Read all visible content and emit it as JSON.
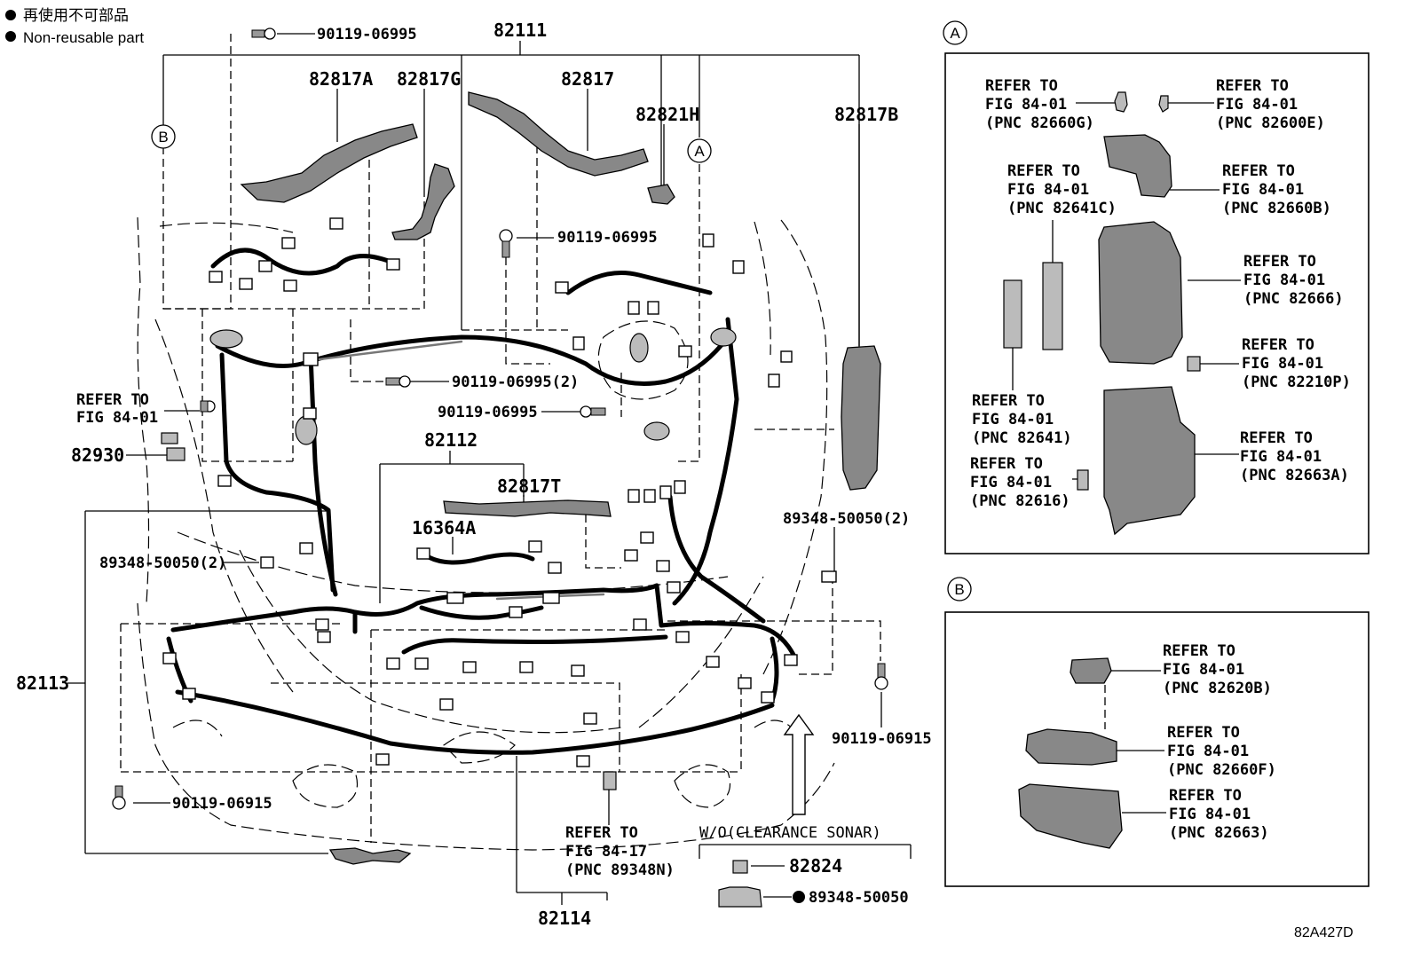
{
  "legend": {
    "japanese": "再使用不可部品",
    "english": "Non-reusable part"
  },
  "callouts": {
    "c82111": "82111",
    "c82817A": "82817A",
    "c82817G": "82817G",
    "c82817": "82817",
    "c82821H": "82821H",
    "c82817B": "82817B",
    "c82112": "82112",
    "c82817T": "82817T",
    "c16364A": "16364A",
    "c82113": "82113",
    "c82114": "82114",
    "c82930": "82930",
    "c82824": "82824",
    "b90119_top": "90119-06995",
    "b90119_mid": "90119-06995",
    "b90119_2": "90119-06995(2)",
    "b90119_r": "90119-06995",
    "b90119_06915_r": "90119-06915",
    "b90119_06915_l": "90119-06915",
    "b89348_r": "89348-50050(2)",
    "b89348_l": "89348-50050(2)",
    "b89348_n": "89348-50050",
    "marker_a": "A",
    "marker_b": "B"
  },
  "refs": {
    "left_l1": "REFER TO",
    "left_l2": "FIG 84-01",
    "bottom_l1": "REFER TO",
    "bottom_l2": "FIG 84-17",
    "bottom_l3": "(PNC 89348N)"
  },
  "variant_label": "W/O(CLEARANCE SONAR)",
  "panel_a": {
    "marker": "A",
    "r1_l1": "REFER TO",
    "r1_l2": "FIG 84-01",
    "r1_l3": "(PNC 82660G)",
    "r2_l1": "REFER TO",
    "r2_l2": "FIG 84-01",
    "r2_l3": "(PNC 82600E)",
    "r3_l1": "REFER TO",
    "r3_l2": "FIG 84-01",
    "r3_l3": "(PNC 82641C)",
    "r4_l1": "REFER TO",
    "r4_l2": "FIG 84-01",
    "r4_l3": "(PNC 82660B)",
    "r5_l1": "REFER TO",
    "r5_l2": "FIG 84-01",
    "r5_l3": "(PNC 82666)",
    "r6_l1": "REFER TO",
    "r6_l2": "FIG 84-01",
    "r6_l3": "(PNC 82210P)",
    "r7_l1": "REFER TO",
    "r7_l2": "FIG 84-01",
    "r7_l3": "(PNC 82641)",
    "r8_l1": "REFER TO",
    "r8_l2": "FIG 84-01",
    "r8_l3": "(PNC 82663A)",
    "r9_l1": "REFER TO",
    "r9_l2": "FIG 84-01",
    "r9_l3": "(PNC 82616)"
  },
  "panel_b": {
    "marker": "B",
    "r1_l1": "REFER TO",
    "r1_l2": "FIG 84-01",
    "r1_l3": "(PNC 82620B)",
    "r2_l1": "REFER TO",
    "r2_l2": "FIG 84-01",
    "r2_l3": "(PNC 82660F)",
    "r3_l1": "REFER TO",
    "r3_l2": "FIG 84-01",
    "r3_l3": "(PNC 82663)"
  },
  "figure_id": "82A427D"
}
